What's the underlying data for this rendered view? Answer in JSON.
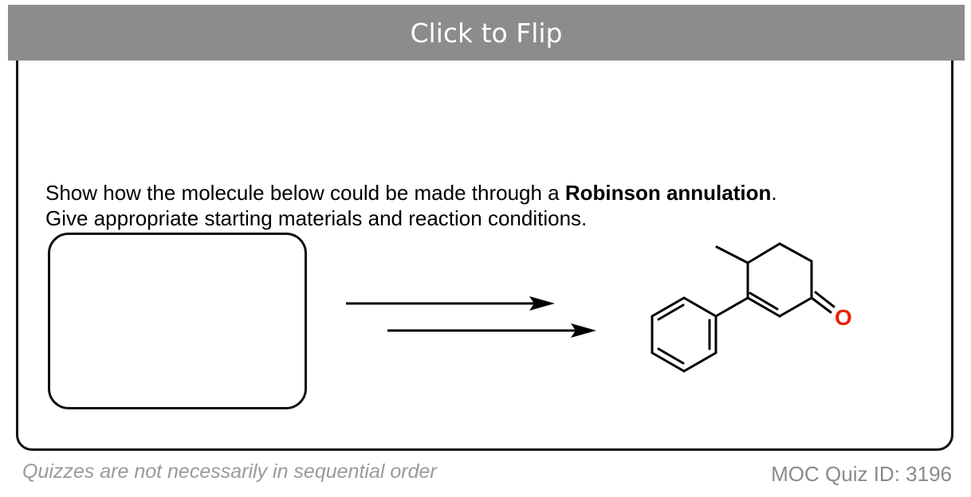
{
  "header": {
    "flip_label": "Click to Flip"
  },
  "question": {
    "prefix": "Show how the molecule below could be made through a ",
    "bold_term": "Robinson annulation",
    "suffix": ".",
    "line2": "Give appropriate starting materials and reaction conditions."
  },
  "molecule": {
    "oxygen_label": "O",
    "oxygen_color": "#e8200c"
  },
  "footer": {
    "note": "Quizzes are not necessarily in sequential order",
    "quiz_id": "MOC Quiz ID: 3196"
  }
}
